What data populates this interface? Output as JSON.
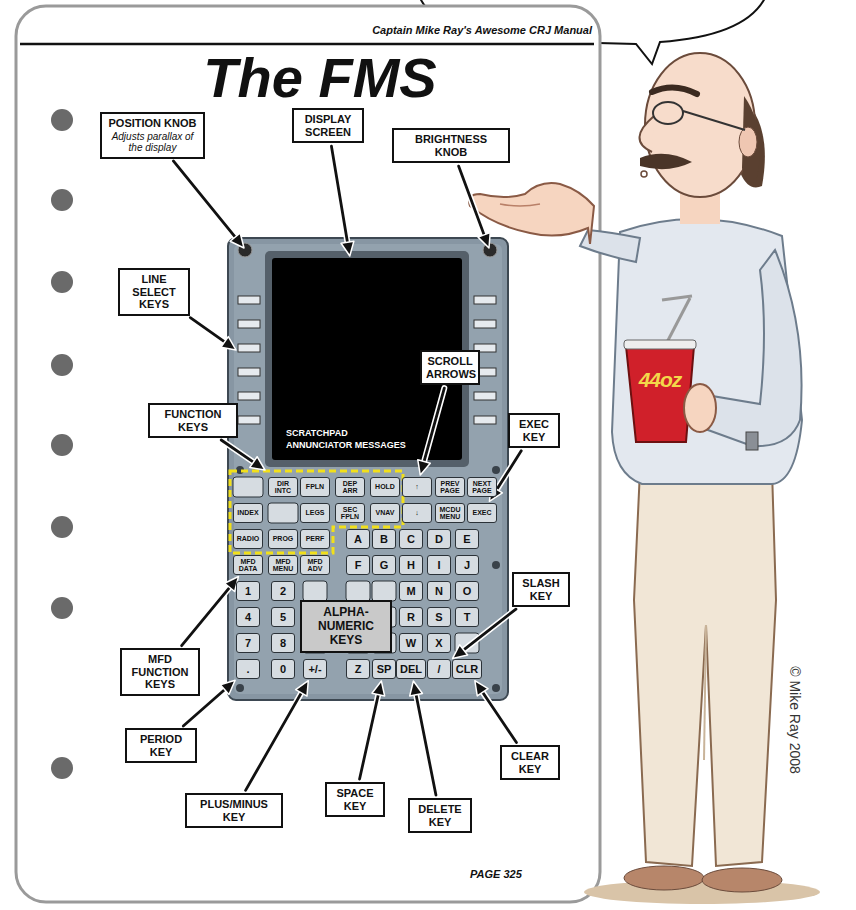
{
  "diagram": {
    "title": "The FMS",
    "nodes": [
      {
        "text": [
          "POSITION KNOB",
          "Adjusts parallax of the display"
        ]
      },
      {
        "text": [
          "DISPLAY SCREEN"
        ]
      },
      {
        "text": [
          "BRIGHTNESS KNOB"
        ]
      },
      {
        "text": [
          "LINE SELECT KEYS"
        ]
      },
      {
        "text": [
          "SCRATCHPAD",
          "ANNUNCIATOR MESSAGES"
        ]
      },
      {
        "text": [
          "SCROLL ARROWS"
        ]
      },
      {
        "text": [
          "FUNCTION KEYS"
        ]
      },
      {
        "text": [
          "EXEC KEY"
        ]
      },
      {
        "text": [
          "DIR INTC"
        ]
      },
      {
        "text": [
          "FPLN"
        ]
      },
      {
        "text": [
          "DEP ARR"
        ]
      },
      {
        "text": [
          "HOLD"
        ]
      },
      {
        "text": [
          "↑"
        ]
      },
      {
        "text": [
          "PREV PAGE"
        ]
      },
      {
        "text": [
          "NEXT PAGE"
        ]
      },
      {
        "text": [
          "INDEX"
        ]
      },
      {
        "text": [
          "LEGS"
        ]
      },
      {
        "text": [
          "SEC FPLN"
        ]
      },
      {
        "text": [
          "VNAV"
        ]
      },
      {
        "text": [
          "↓"
        ]
      },
      {
        "text": [
          "MCDU MENU"
        ]
      },
      {
        "text": [
          "EXEC"
        ]
      },
      {
        "text": [
          "RADIO"
        ]
      },
      {
        "text": [
          "PROG"
        ]
      },
      {
        "text": [
          "PERF"
        ]
      },
      {
        "text": [
          "A"
        ]
      },
      {
        "text": [
          "B"
        ]
      },
      {
        "text": [
          "C"
        ]
      },
      {
        "text": [
          "D"
        ]
      },
      {
        "text": [
          "E"
        ]
      },
      {
        "text": [
          "MFD DATA"
        ]
      },
      {
        "text": [
          "MFD MENU"
        ]
      },
      {
        "text": [
          "MFD ADV"
        ]
      },
      {
        "text": [
          "F"
        ]
      },
      {
        "text": [
          "G"
        ]
      },
      {
        "text": [
          "H"
        ]
      },
      {
        "text": [
          "I"
        ]
      },
      {
        "text": [
          "J"
        ]
      },
      {
        "text": [
          "SLASH KEY"
        ]
      },
      {
        "text": [
          "1"
        ]
      },
      {
        "text": [
          "2"
        ]
      },
      {
        "text": [
          "M"
        ]
      },
      {
        "text": [
          "N"
        ]
      },
      {
        "text": [
          "O"
        ]
      },
      {
        "text": [
          "ALPHA-NUMERIC KEYS"
        ]
      },
      {
        "text": [
          "4"
        ]
      },
      {
        "text": [
          "5"
        ]
      },
      {
        "text": [
          "R"
        ]
      },
      {
        "text": [
          "S"
        ]
      },
      {
        "text": [
          "T"
        ]
      },
      {
        "text": [
          "MFD FUNCTION KEYS"
        ]
      },
      {
        "text": [
          "7"
        ]
      },
      {
        "text": [
          "8"
        ]
      },
      {
        "text": [
          "W"
        ]
      },
      {
        "text": [
          "X"
        ]
      },
      {
        "text": [
          "."
        ]
      },
      {
        "text": [
          "0"
        ]
      },
      {
        "text": [
          "+/-"
        ]
      },
      {
        "text": [
          "Z"
        ]
      },
      {
        "text": [
          "SP"
        ]
      },
      {
        "text": [
          "DEL"
        ]
      },
      {
        "text": [
          "/"
        ]
      },
      {
        "text": [
          "CLR"
        ]
      },
      {
        "text": [
          "PERIOD KEY"
        ]
      },
      {
        "text": [
          "CLEAR KEY"
        ]
      },
      {
        "text": [
          "PLUS/MINUS KEY"
        ]
      },
      {
        "text": [
          "SPACE KEY"
        ]
      },
      {
        "text": [
          "DELETE KEY"
        ]
      }
    ],
    "edges": [
      {
        "from": 1,
        "to": 4,
        "arrow": "to"
      },
      {
        "from": 5,
        "to": 12,
        "arrow": "to"
      },
      {
        "from": 7,
        "to": 21,
        "arrow": "to"
      },
      {
        "from": 38,
        "to": 61,
        "arrow": "to"
      },
      {
        "from": 50,
        "to": 30,
        "arrow": "to"
      },
      {
        "from": 63,
        "to": 55,
        "arrow": "to"
      },
      {
        "from": 64,
        "to": 62,
        "arrow": "to"
      },
      {
        "from": 65,
        "to": 57,
        "arrow": "to"
      },
      {
        "from": 66,
        "to": 59,
        "arrow": "to"
      },
      {
        "from": 67,
        "to": 60,
        "arrow": "to"
      }
    ],
    "labels": [
      "Captain Mike Ray's Awesome CRJ Manual",
      "PAGE 325",
      "© Mike Ray 2008",
      "44oz"
    ]
  }
}
